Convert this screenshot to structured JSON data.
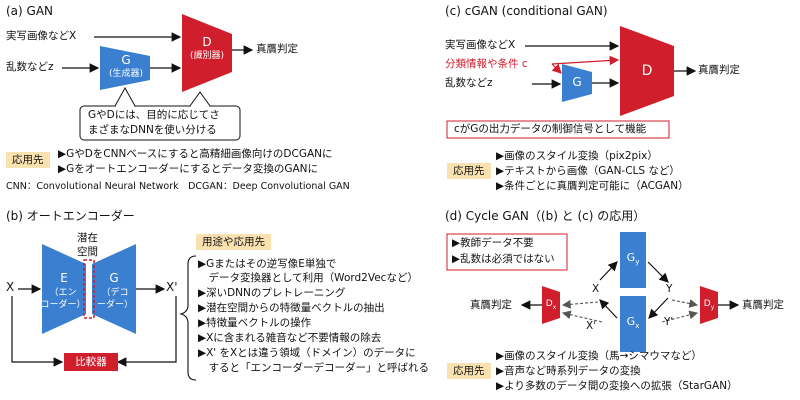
{
  "gan": {
    "title": "(a) GAN",
    "input_x": "実写画像などX",
    "input_z": "乱数などz",
    "g_label": "G",
    "g_sub": "(生成器)",
    "d_label": "D",
    "d_sub": "(識別器)",
    "output": "真贋判定",
    "note_line1": "GやDには、目的に応じてさ",
    "note_line2": "まざまなDNNを使い分ける",
    "app_label": "応用先",
    "app_line1": "▶GやDをCNNベースにすると高精細画像向けのDCGANに",
    "app_line2": "▶Gをオートエンコーダーにするとデータ変換のGANに",
    "abbr": "CNN：Convolutional Neural Network　DCGAN：Deep Convolutional GAN"
  },
  "cgan": {
    "title": "(c) cGAN (conditional GAN)",
    "input_x": "実写画像などX",
    "cond": "分類情報や条件 c",
    "input_z": "乱数などz",
    "g_label": "G",
    "d_label": "D",
    "output": "真贋判定",
    "note": "cがGの出力データの制御信号として機能",
    "app_label": "応用先",
    "apps": [
      "▶画像のスタイル変換（pix2pix）",
      "▶テキストから画像（GAN-CLS など）",
      "▶条件ごとに真贋判定可能に（ACGAN）"
    ]
  },
  "ae": {
    "title": "(b) オートエンコーダー",
    "latent_line1": "潜在",
    "latent_line2": "空間",
    "e_label": "E",
    "e_sub1": "（エン",
    "e_sub2": "コーダー）",
    "g_label": "G",
    "g_sub1": "（デコ",
    "g_sub2": "ーダー）",
    "input_x": "X",
    "output_x": "X'",
    "comparator": "比較器",
    "app_label": "用途や応用先",
    "apps": [
      "▶Gまたはその逆写像E単独で",
      "　データ変換器として利用（Word2Vecなど）",
      "▶深いDNNのプレトレーニング",
      "▶潜在空間からの特徴量ベクトルの抽出",
      "▶特徴量ベクトルの操作",
      "▶Xに含まれる雑音など不要情報の除去",
      "▶X' をXとは違う領域（ドメイン）のデータに",
      "　すると「エンコーダーデコーダー」と呼ばれる"
    ]
  },
  "cycle": {
    "title": "(d) Cycle GAN（(b) と (c) の応用）",
    "notes": [
      "▶教師データ不要",
      "▶乱数は必須ではない"
    ],
    "gy": "G",
    "gy_sub": "y",
    "gx": "G",
    "gx_sub": "x",
    "dx": "D",
    "dx_sub": "x",
    "dy": "D",
    "dy_sub": "y",
    "x": "X",
    "y": "Y",
    "xp": "X'",
    "yp": "Y'",
    "out_left": "真贋判定",
    "out_right": "真贋判定",
    "app_label": "応用先",
    "apps": [
      "▶画像のスタイル変換（馬→シマウマなど）",
      "▶音声など時系列データの変換",
      "▶より多数のデータ間の変換への拡張（StarGAN）"
    ]
  },
  "colors": {
    "blue": "#3a7fd0",
    "red": "#d01e2c",
    "tan": "#f9e2b0",
    "dark_red": "#b01a24"
  }
}
